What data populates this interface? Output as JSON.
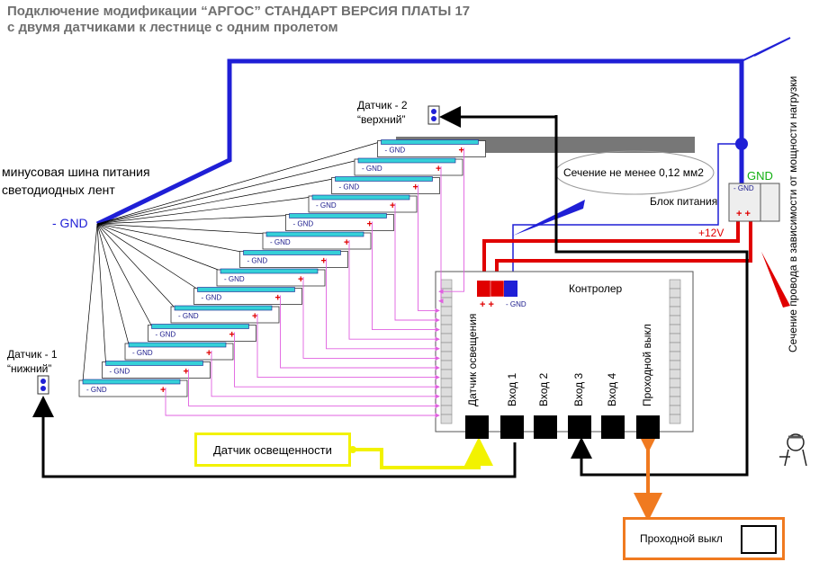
{
  "title": {
    "line1": "Подключение модификации “АРГОС” СТАНДАРТ ВЕРСИЯ ПЛАТЫ 17",
    "line2": "с двумя датчиками к лестнице с одним пролетом"
  },
  "labels": {
    "bus_line1": "минусовая шина питания",
    "bus_line2": "светодиодных лент",
    "gnd_node": "- GND",
    "sensor2_line1": "Датчик - 2",
    "sensor2_line2": "“верхний”",
    "sensor1_line1": "Датчик - 1",
    "sensor1_line2": "“нижний”",
    "cross_section": "Сечение не менее 0,12 мм2",
    "psu_name": "Блок питания",
    "psu_gnd": "GND",
    "psu_minus": "- GND",
    "psu_plus": "+ +",
    "v12": "+12V",
    "wire_note": "Сечение провода в зависимости от мощности нагрузки",
    "controller": "Контролер",
    "ctrl_plus": "+ +",
    "ctrl_gnd": "- GND",
    "light_sensor_box": "Датчик освещенности",
    "pass_switch_box": "Проходной выкл",
    "strip_gnd": "- GND",
    "strip_plus": "+"
  },
  "inputs": [
    "Датчик освещения",
    "Вход 1",
    "Вход 2",
    "Вход 3",
    "Вход 4",
    "Проходной выкл"
  ],
  "steps_count": 14,
  "colors": {
    "blue_wire": "#1f1fd6",
    "red_wire": "#e00000",
    "pink_wire": "#e060e0",
    "strip": "#35d0d8",
    "yellow": "#f2f200",
    "orange": "#f07a20",
    "title": "#6f6f6f"
  }
}
